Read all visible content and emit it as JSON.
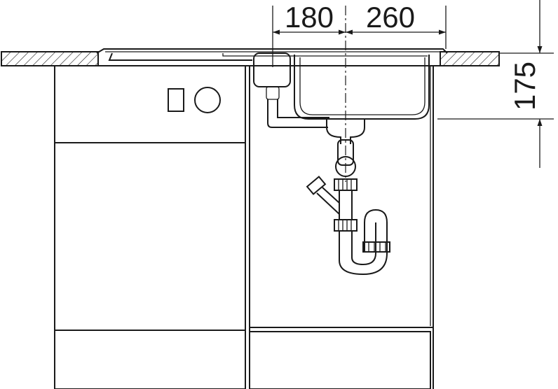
{
  "dimensions": {
    "left_offset": "180",
    "basin_width": "260",
    "depth": "175"
  }
}
